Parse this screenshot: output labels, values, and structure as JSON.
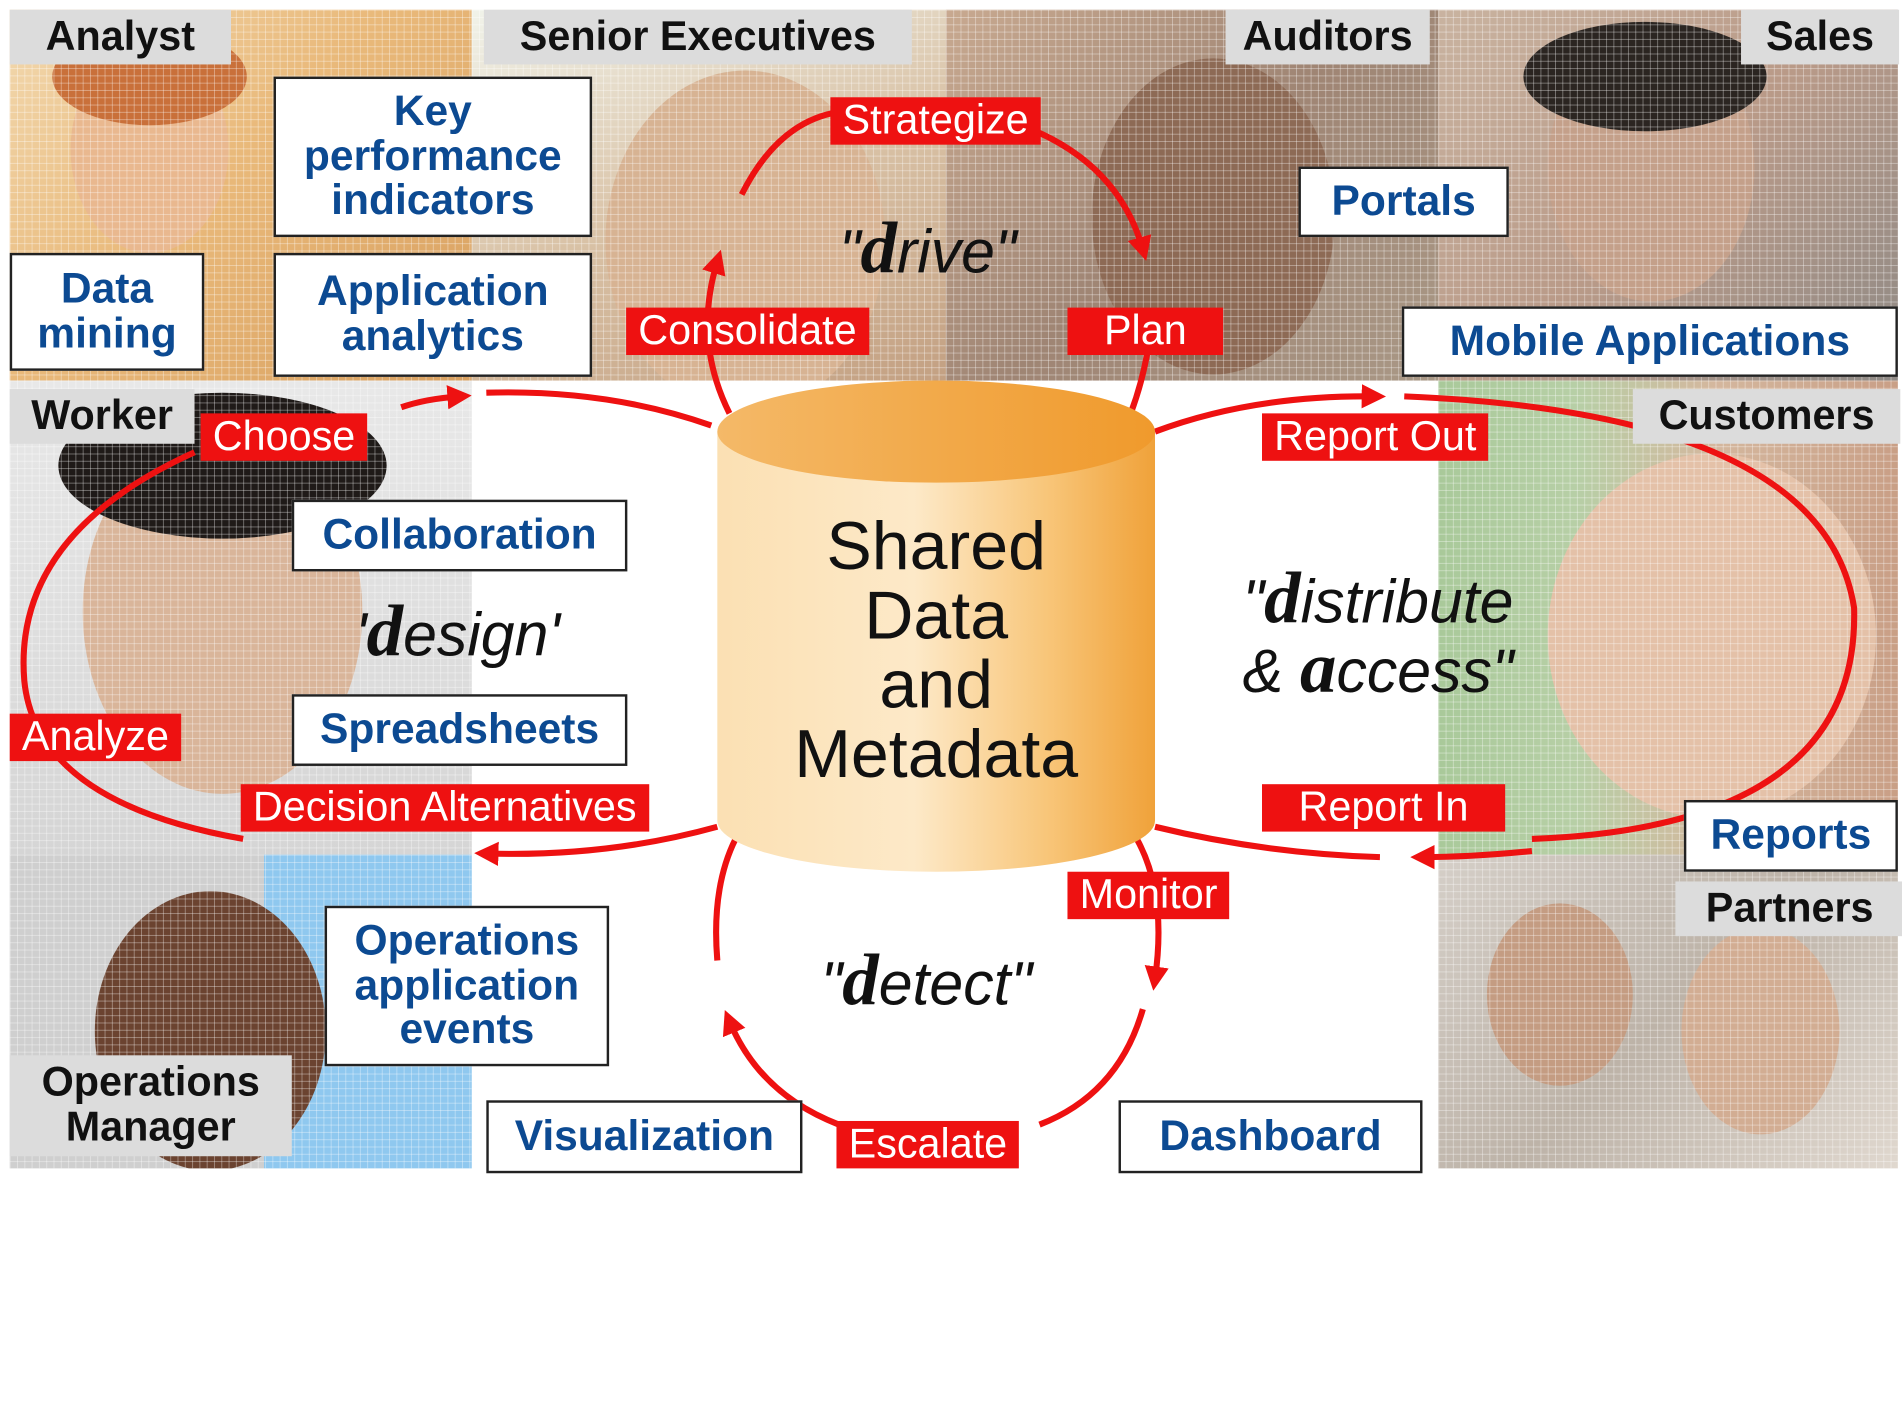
{
  "roles": {
    "analyst": "Analyst",
    "senior_executives": "Senior Executives",
    "auditors": "Auditors",
    "sales": "Sales",
    "worker": "Worker",
    "customers": "Customers",
    "partners": "Partners",
    "operations_manager": "Operations Manager"
  },
  "boxes": {
    "kpi": "Key performance indicators",
    "data_mining": "Data mining",
    "application_analytics": "Application analytics",
    "portals": "Portals",
    "mobile_applications": "Mobile Applications",
    "collaboration": "Collaboration",
    "spreadsheets": "Spreadsheets",
    "reports": "Reports",
    "operations_events": "Operations application events",
    "visualization": "Visualization",
    "dashboard": "Dashboard"
  },
  "cycle_labels": {
    "strategize": "Strategize",
    "consolidate": "Consolidate",
    "plan": "Plan",
    "choose": "Choose",
    "report_out": "Report Out",
    "analyze": "Analyze",
    "decision_alternatives": "Decision Alternatives",
    "report_in": "Report In",
    "monitor": "Monitor",
    "escalate": "Escalate"
  },
  "cycles": {
    "drive": {
      "open": "\"",
      "initial": "d",
      "rest": "rive\""
    },
    "design": {
      "open": "'",
      "initial": "d",
      "rest": "esign'"
    },
    "distribute": {
      "open": "\"",
      "initial": "d",
      "rest": "istribute"
    },
    "access": {
      "open": "& ",
      "initial": "a",
      "rest": "ccess\""
    },
    "detect": {
      "open": "\"",
      "initial": "d",
      "rest": "etect\""
    }
  },
  "center": {
    "line1": "Shared",
    "line2": "Data",
    "line3": "and",
    "line4": "Metadata"
  },
  "colors": {
    "arrow": "#ee1111",
    "box_text": "#0c4a92",
    "role_bg": "#dcdcdc"
  }
}
